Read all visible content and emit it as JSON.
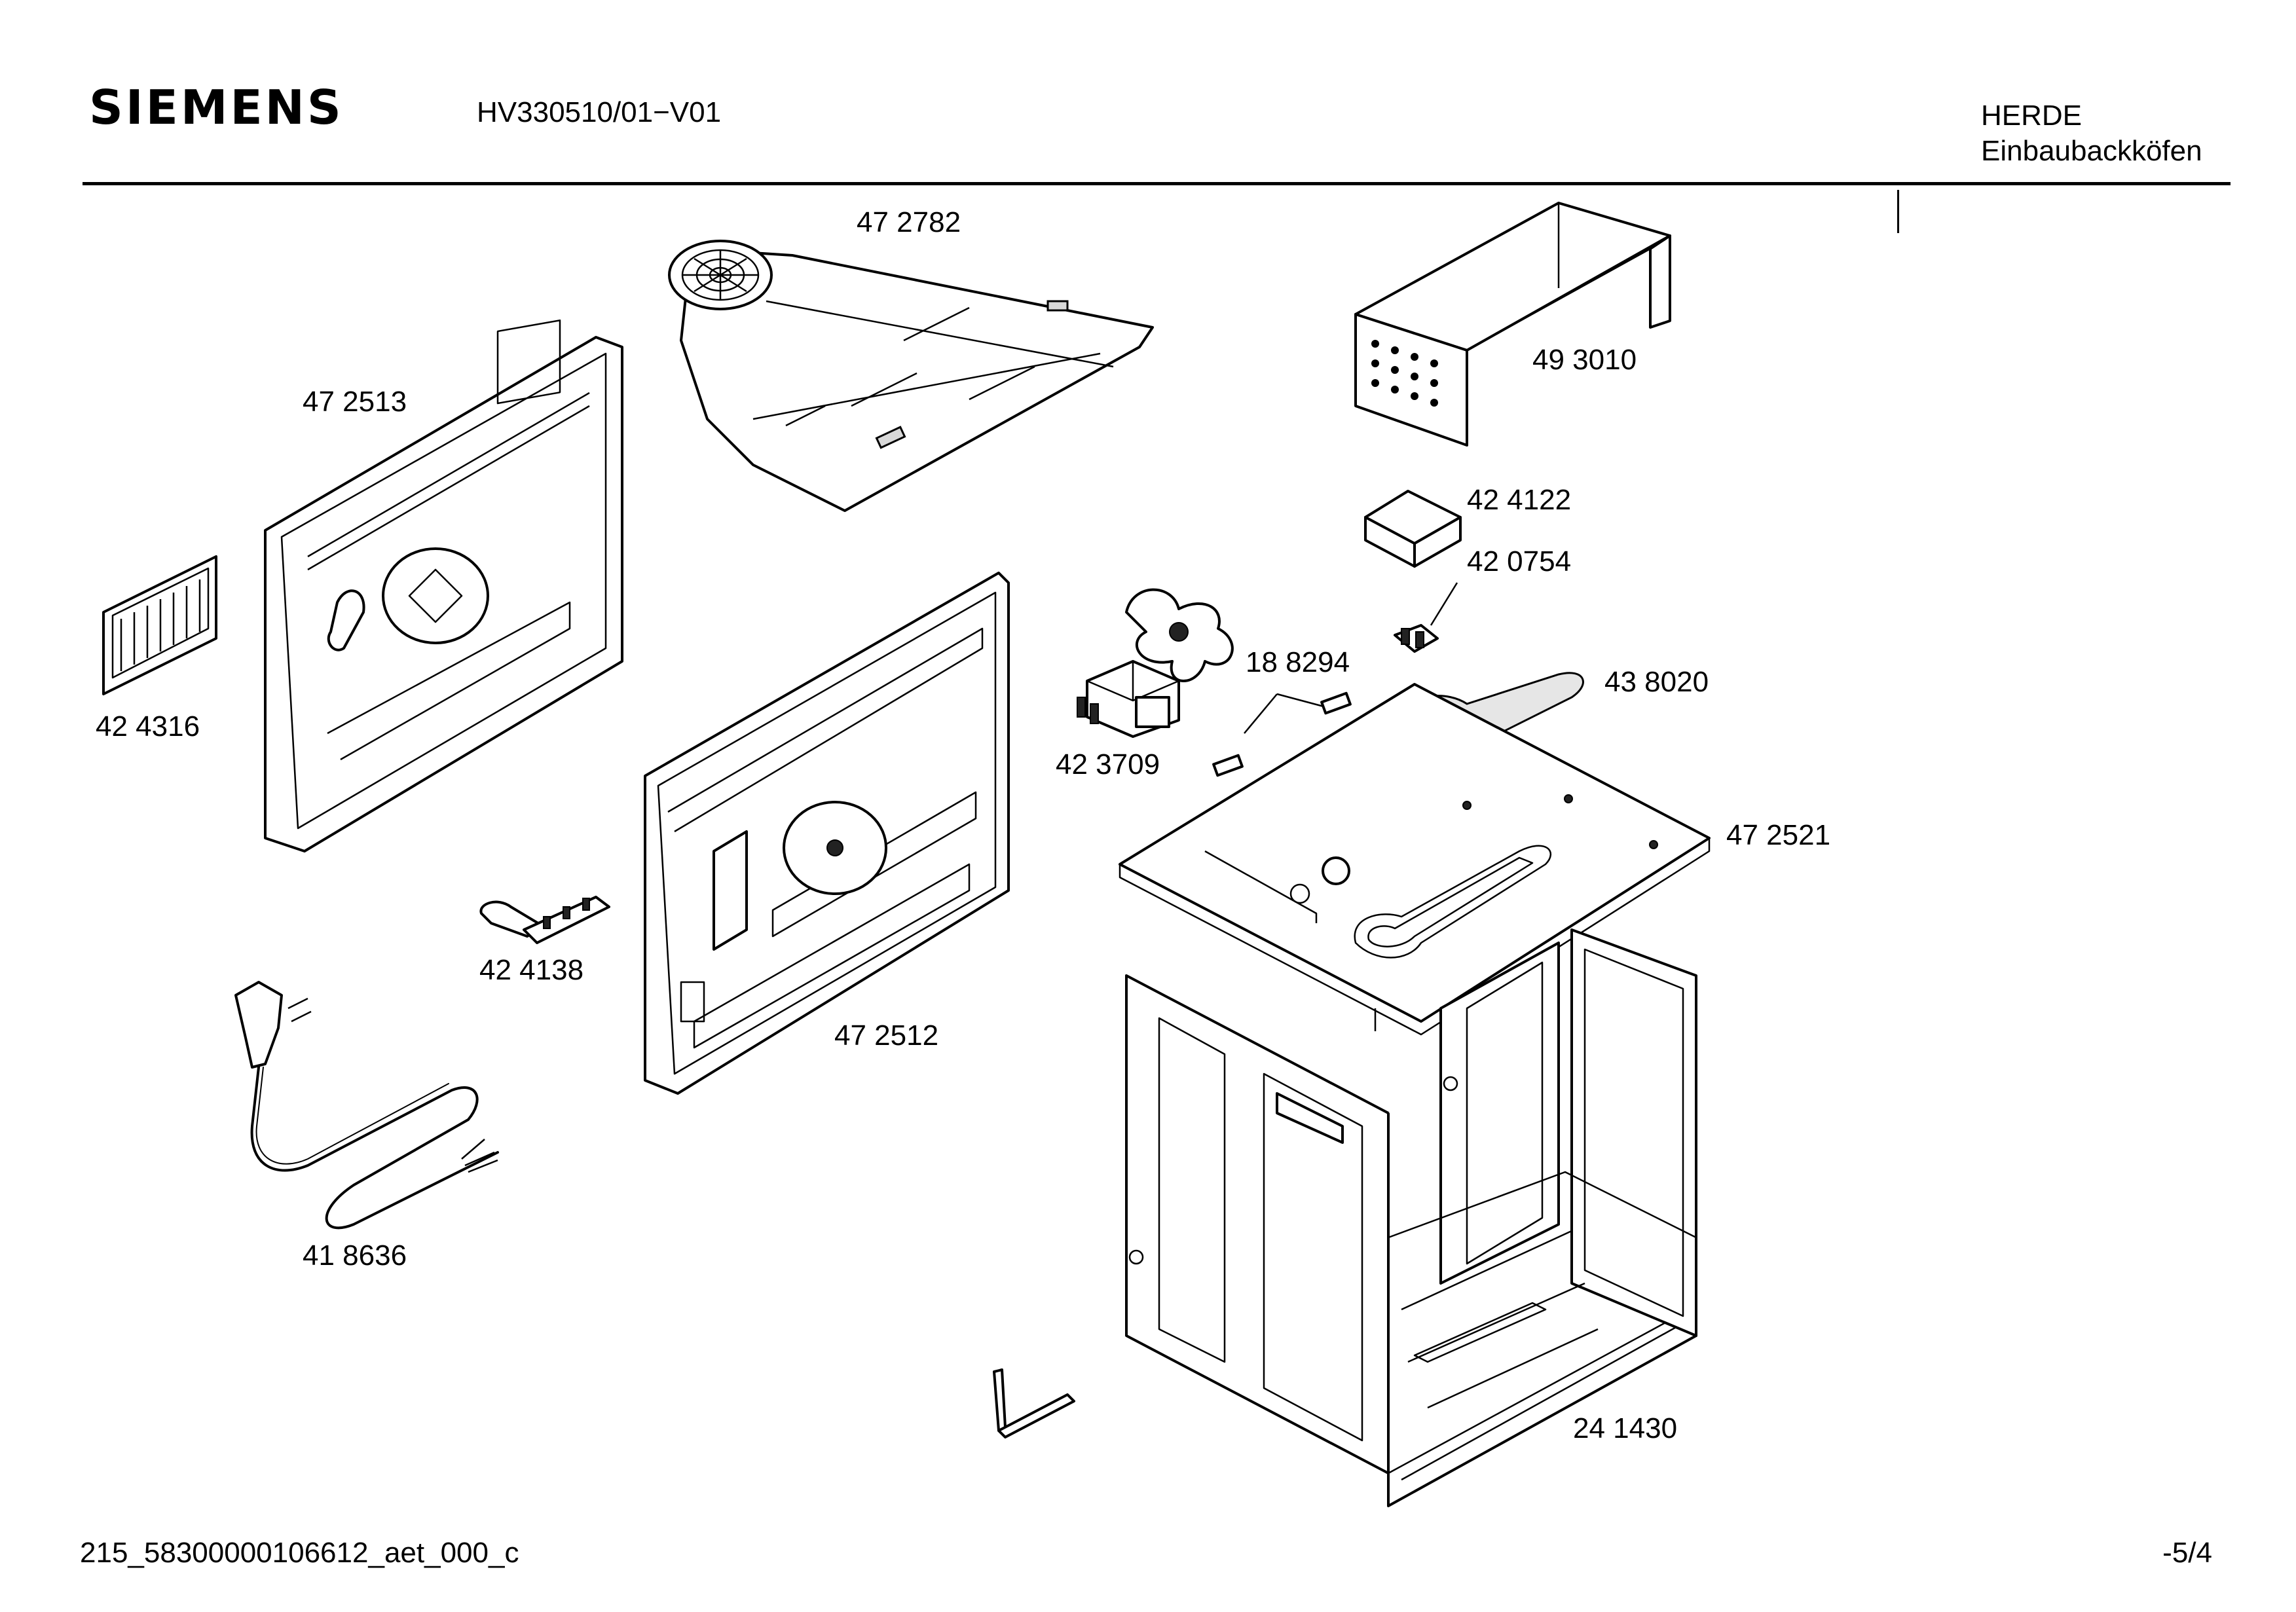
{
  "header": {
    "brand": "SIEMENS",
    "model": "HV330510/01−V01",
    "category_line1": "HERDE",
    "category_line2": "Einbaubackköfen"
  },
  "footer": {
    "document_id": "215_58300000106612_aet_000_c",
    "page": "-5/4"
  },
  "parts": [
    {
      "id": "p-472782",
      "number": "47 2782"
    },
    {
      "id": "p-493010",
      "number": "49 3010"
    },
    {
      "id": "p-472513",
      "number": "47 2513"
    },
    {
      "id": "p-424122",
      "number": "42 4122"
    },
    {
      "id": "p-420754",
      "number": "42 0754"
    },
    {
      "id": "p-424316",
      "number": "42 4316"
    },
    {
      "id": "p-188294",
      "number": "18 8294"
    },
    {
      "id": "p-438020",
      "number": "43 8020"
    },
    {
      "id": "p-423709",
      "number": "42 3709"
    },
    {
      "id": "p-472521",
      "number": "47 2521"
    },
    {
      "id": "p-424138",
      "number": "42 4138"
    },
    {
      "id": "p-472512",
      "number": "47 2512"
    },
    {
      "id": "p-418636",
      "number": "41 8636"
    },
    {
      "id": "p-241430",
      "number": "24 1430"
    }
  ]
}
